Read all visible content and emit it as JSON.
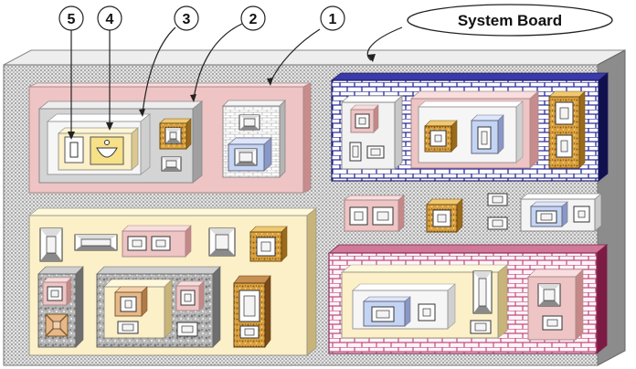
{
  "title_bubble": {
    "label": "System Board"
  },
  "callouts": [
    {
      "id": 1,
      "label": "1",
      "target": "large-pink-module"
    },
    {
      "id": 2,
      "label": "2",
      "target": "gray-inner-module"
    },
    {
      "id": 3,
      "label": "3",
      "target": "white-inner-module"
    },
    {
      "id": 4,
      "label": "4",
      "target": "cream-chip-module"
    },
    {
      "id": 5,
      "label": "5",
      "target": "smallest-chip"
    }
  ],
  "colors": {
    "board_gray": "#c8c8c8",
    "pink": "#eec4c4",
    "cream": "#fbf0c8",
    "navy_brick": "#1c1c78",
    "magenta_brick": "#a0305c",
    "gold_texture": "#c8902c",
    "blue": "#c4d4f4",
    "peach": "#e8b888",
    "white": "#fafafa",
    "gray_module": "#d0d0d0"
  }
}
